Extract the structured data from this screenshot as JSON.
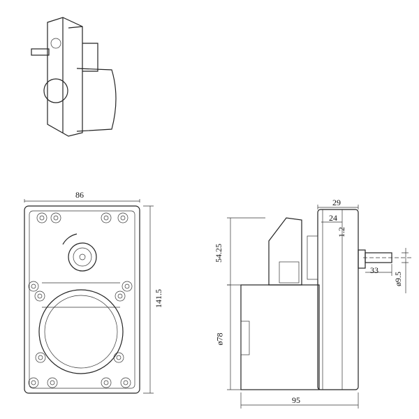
{
  "drawing": {
    "dimensions": {
      "width_front": "86",
      "height_front": "141.5",
      "upper_height_side": "54.25",
      "motor_diameter": "ø78",
      "total_length": "95",
      "gearbox_depth": "29",
      "inner_depth": "24",
      "offset": "1.2",
      "shaft_length": "33",
      "shaft_diameter": "ø9.5"
    }
  }
}
